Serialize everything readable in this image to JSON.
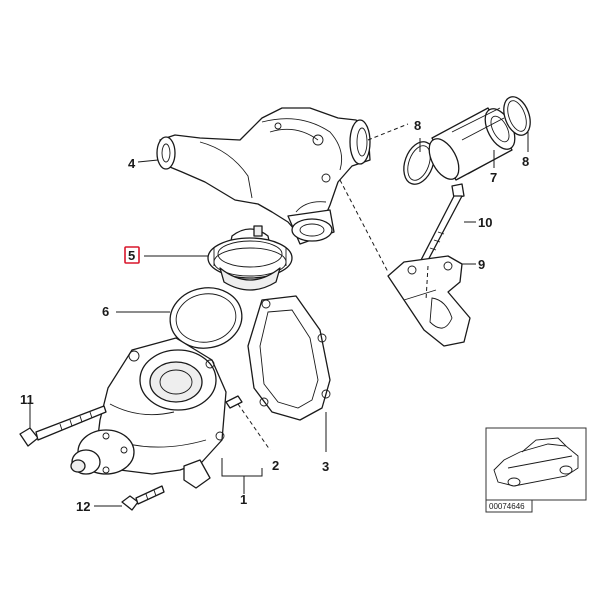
{
  "callouts": {
    "c1": "1",
    "c2": "2",
    "c3": "3",
    "c4": "4",
    "c5": "5",
    "c6": "6",
    "c7": "7",
    "c8a": "8",
    "c8b": "8",
    "c9": "9",
    "c10": "10",
    "c11": "11",
    "c12": "12"
  },
  "highlight": {
    "part": "5",
    "color": "#d9162b"
  },
  "reference": {
    "code": "00074646"
  }
}
